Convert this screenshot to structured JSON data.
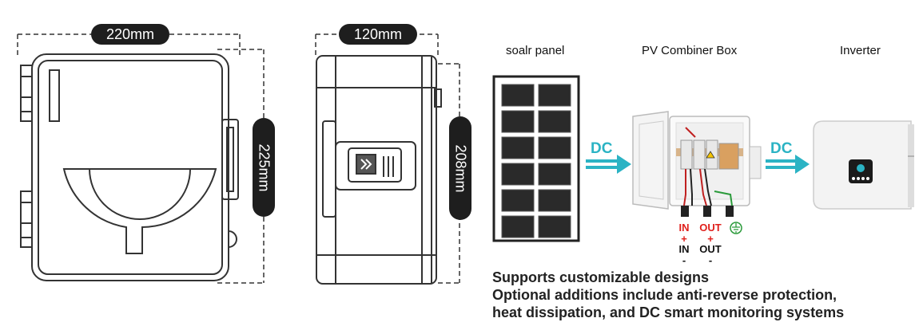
{
  "front_view": {
    "width_label": "220mm",
    "height_label": "225mm"
  },
  "side_view": {
    "depth_label": "120mm",
    "height_label": "208mm"
  },
  "flow": {
    "panel_label": "soalr panel",
    "combiner_label": "PV Combiner Box",
    "inverter_label": "Inverter",
    "arrow1_label": "DC",
    "arrow2_label": "DC"
  },
  "wiring": {
    "in_plus": "IN\n+",
    "in_minus": "IN\n-",
    "out_plus": "OUT\n+",
    "out_minus": "OUT\n-"
  },
  "description": {
    "line1": "Supports customizable designs",
    "line2": "Optional additions include anti-reverse protection,",
    "line3": "heat dissipation, and DC smart monitoring systems"
  },
  "colors": {
    "dc_arrow": "#2bb3c4",
    "plus_red": "#e0201c",
    "ground_green": "#2a9a3a",
    "pill_dark": "#1e1e1e"
  }
}
